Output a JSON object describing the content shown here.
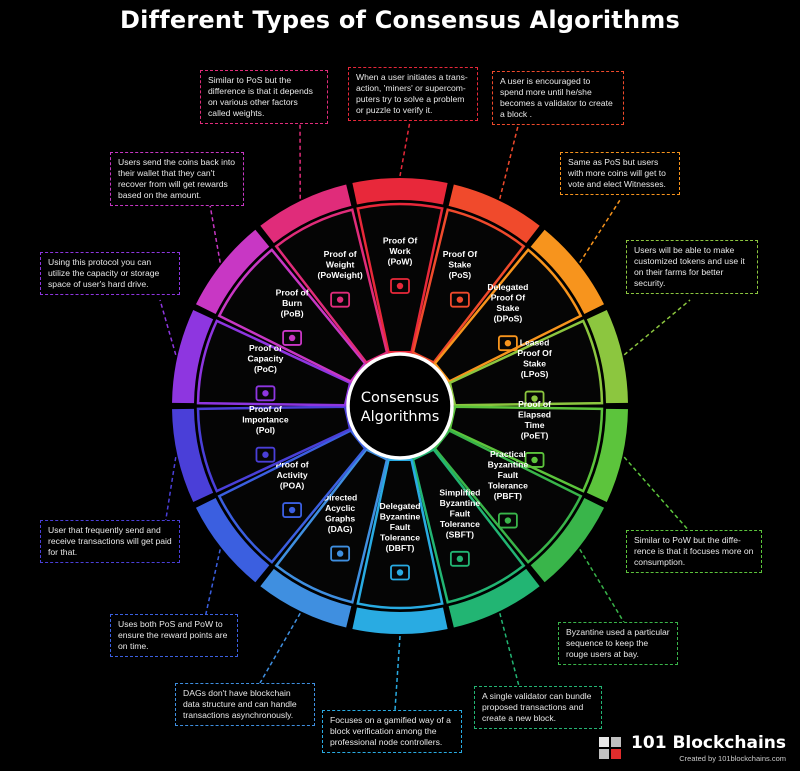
{
  "title": "Different Types of Consensus Algorithms",
  "center": {
    "line1": "Consensus",
    "line2": "Algorithms"
  },
  "segments": [
    {
      "lines": [
        "Proof Of",
        "Work",
        "(PoW)"
      ],
      "color": "#e8283a",
      "icon": "miner-icon"
    },
    {
      "lines": [
        "Proof Of",
        "Stake",
        "(PoS)"
      ],
      "color": "#f04a2c",
      "icon": "mine-cart-icon"
    },
    {
      "lines": [
        "Delegated",
        "Proof Of",
        "Stake",
        "(DPoS)"
      ],
      "color": "#f7941d",
      "icon": "voting-icon"
    },
    {
      "lines": [
        "Leased",
        "Proof Of",
        "Stake",
        "(LPoS)"
      ],
      "color": "#8cc63f",
      "icon": "hand-coin-icon"
    },
    {
      "lines": [
        "Proof of",
        "Elapsed",
        "Time",
        "(PoET)"
      ],
      "color": "#5cc43c",
      "icon": "timer-icon"
    },
    {
      "lines": [
        "Practical",
        "Byzantine",
        "Fault",
        "Tolerance",
        "(PBFT)"
      ],
      "color": "#39b54a",
      "icon": "shield-hands-icon"
    },
    {
      "lines": [
        "Simplified",
        "Byzantine",
        "Fault",
        "Tolerance",
        "(SBFT)"
      ],
      "color": "#22b573",
      "icon": "gear-network-icon"
    },
    {
      "lines": [
        "Delegated",
        "Byzantine",
        "Fault",
        "Tolerance",
        "(DBFT)"
      ],
      "color": "#29abe2",
      "icon": "node-network-icon"
    },
    {
      "lines": [
        "Directed",
        "Acyclic",
        "Graphs",
        "(DAG)"
      ],
      "color": "#3f8fe0",
      "icon": "graph-icon"
    },
    {
      "lines": [
        "Proof of",
        "Activity",
        "(POA)"
      ],
      "color": "#3b5fe0",
      "icon": "head-gear-icon"
    },
    {
      "lines": [
        "Proof of",
        "Importance",
        "(PoI)"
      ],
      "color": "#4a3fd8",
      "icon": "cycle-coin-icon"
    },
    {
      "lines": [
        "Proof of",
        "Capacity",
        "(PoC)"
      ],
      "color": "#8e36e0",
      "icon": "storage-icon"
    },
    {
      "lines": [
        "Proof of",
        "Burn",
        "(PoB)"
      ],
      "color": "#c837c4",
      "icon": "fire-icon"
    },
    {
      "lines": [
        "Proof of",
        "Weight",
        "(PoWeight)"
      ],
      "color": "#e02c7a",
      "icon": "weights-icon"
    }
  ],
  "notes": {
    "pow": "When a user initiates a trans-action, 'miners' or supercom-puters try to solve a problem or puzzle to verify it.",
    "poweight": "Similar to PoS but the difference is that it depends on various other factors called weights.",
    "pos": "A user is encouraged to spend more until he/she becomes a validator to create a block .",
    "pob": "Users send the coins back into their wallet that they can't recover from will get rewards based on the amount.",
    "dpos": "Same as PoS but users with more coins will get to vote and elect Witnesses.",
    "poc": "Using this protocol you can utilize the capacity or storage space of user's hard drive.",
    "lpos": "Users will be able to make customized tokens and use it on their farms for better security.",
    "poi": "User that frequently send and receive transactions will get paid for that.",
    "poet": "Similar to PoW but the diffe-rence is that it focuses more on consumption.",
    "poa": "Uses both PoS and PoW to ensure the reward points are on time.",
    "pbft": "Byzantine used a particular sequence to keep the rouge users at bay.",
    "dag": "DAGs don't have blockchain data structure and can handle transactions asynchronously.",
    "sbft": "A single validator can bundle proposed transactions and create a new block.",
    "dbft": "Focuses on a gamified way of a block verification among the professional node controllers."
  },
  "brand": {
    "name": "101 Blockchains",
    "sub": "Created by 101blockchains.com"
  }
}
